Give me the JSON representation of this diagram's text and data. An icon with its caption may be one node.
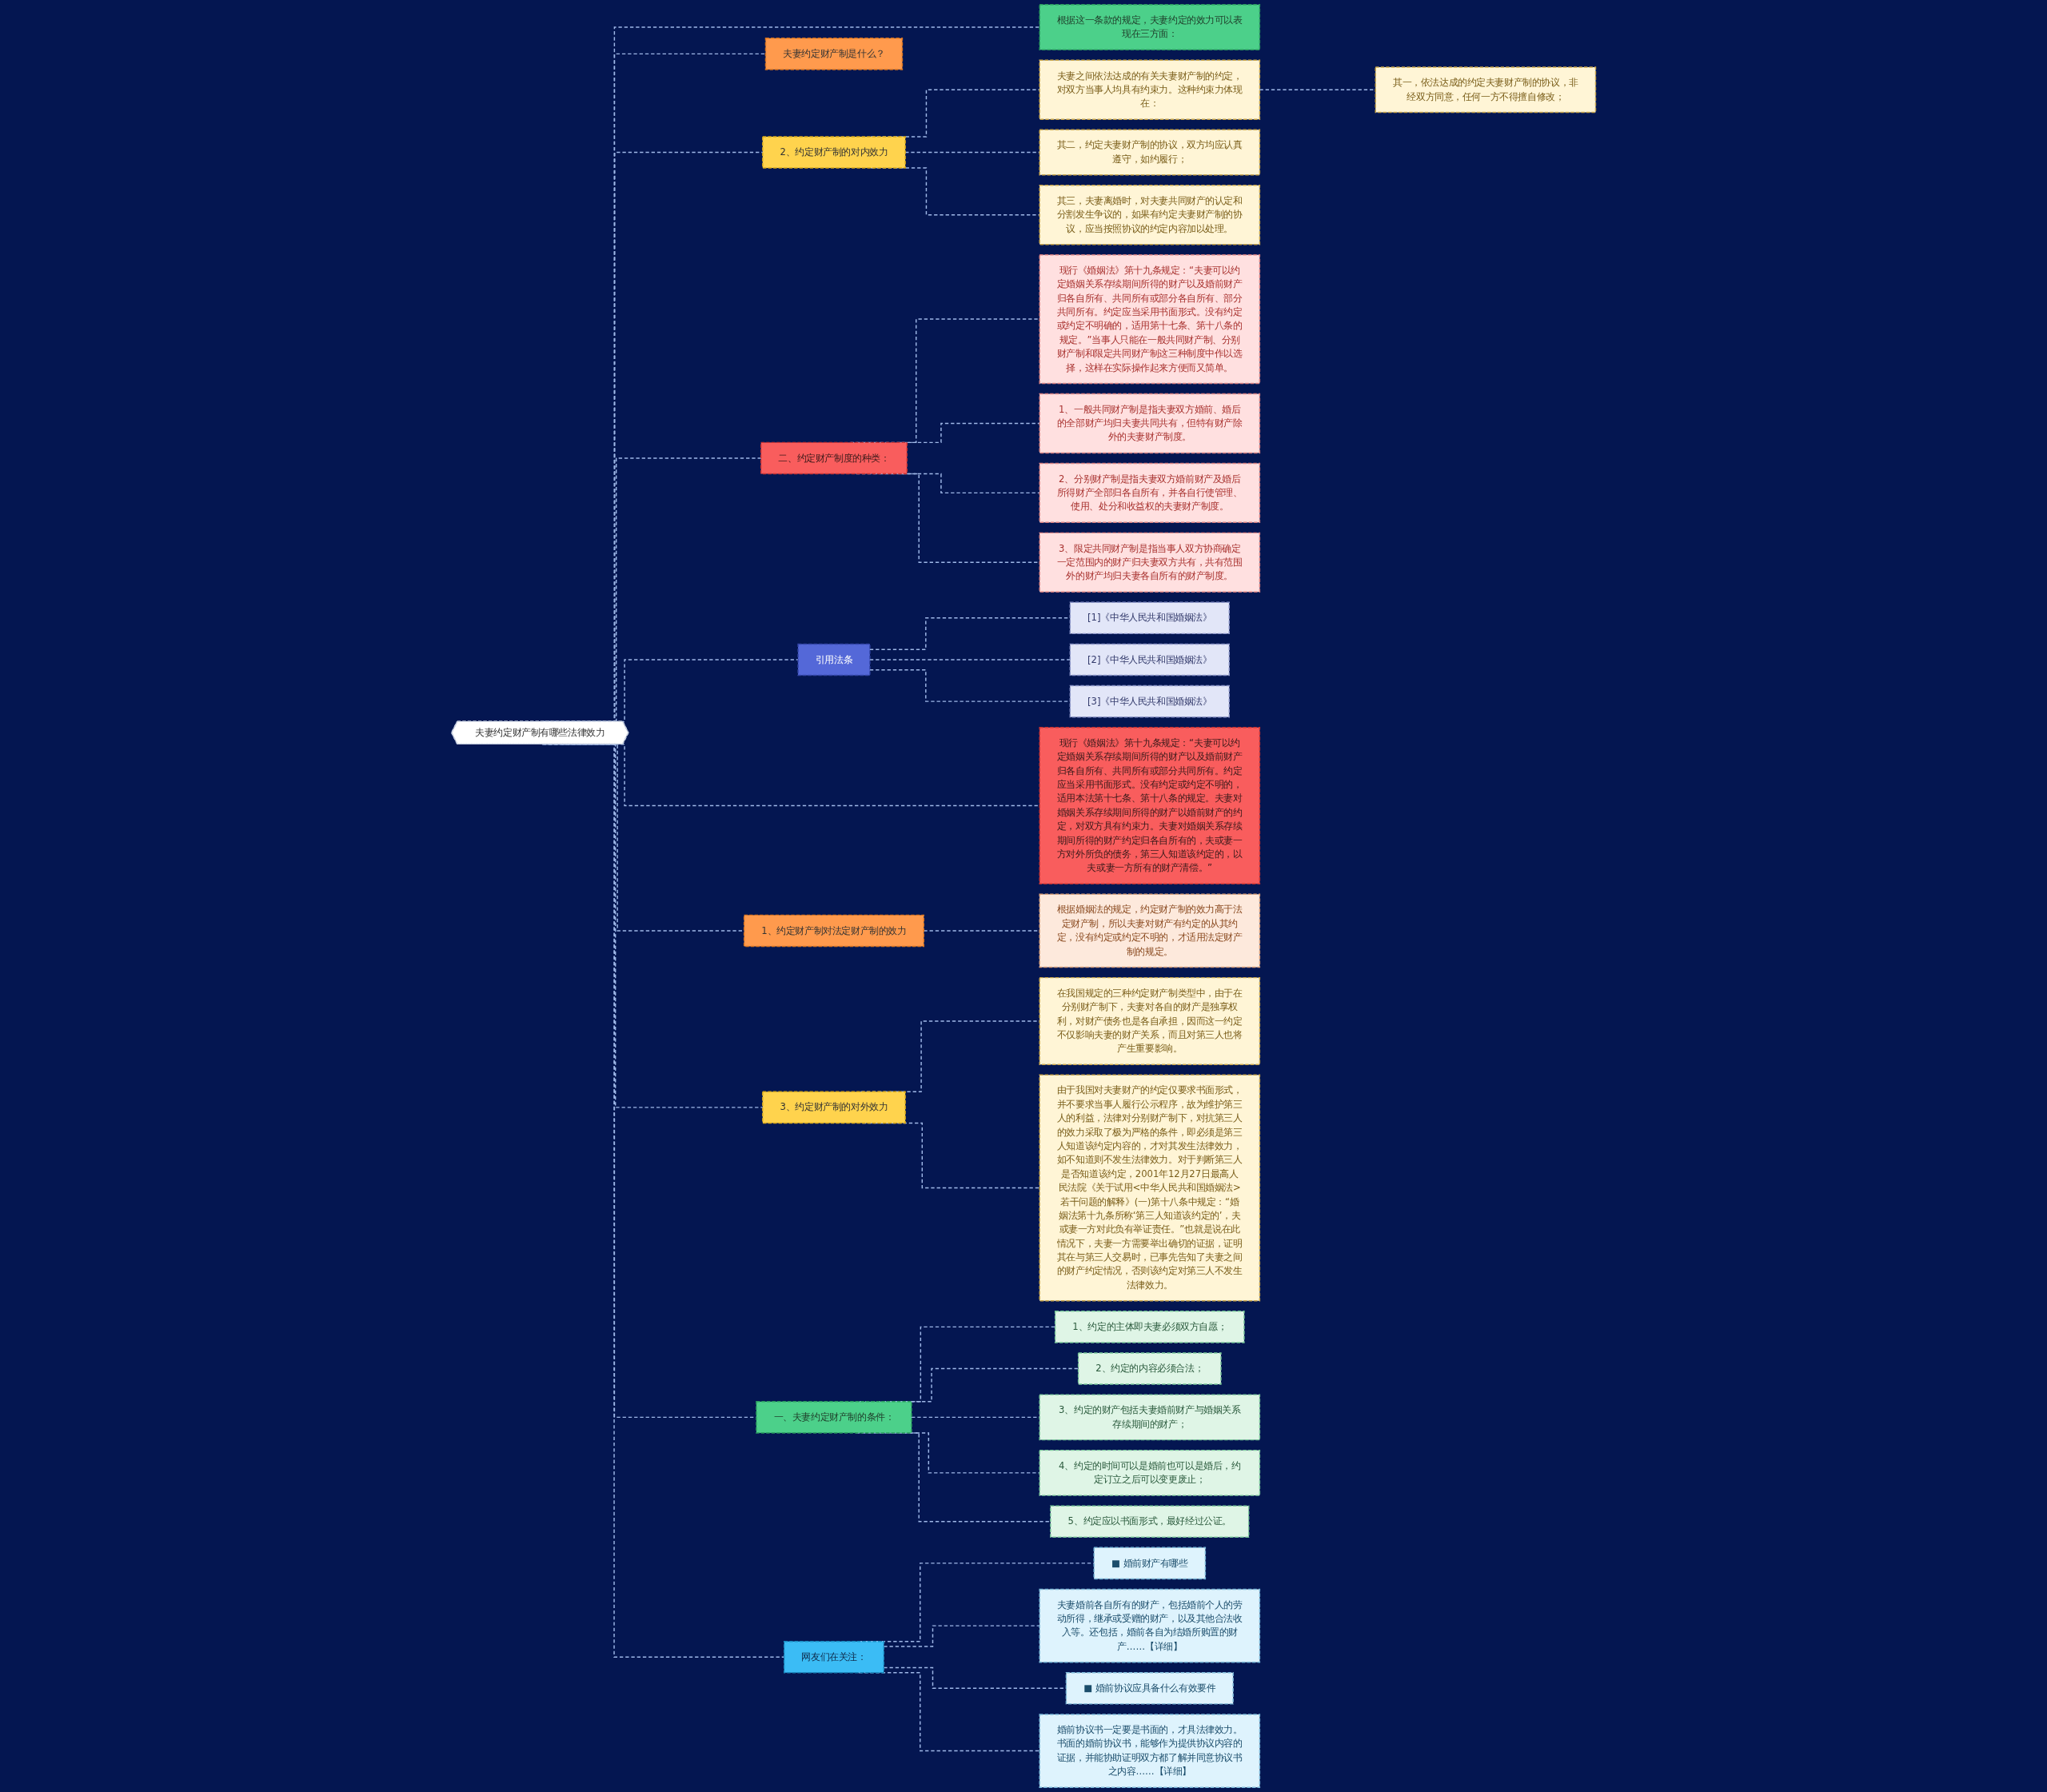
{
  "diagram": {
    "nodes": [
      {
        "text": [
          "夫妻约定财产制有哪些法律效力"
        ]
      },
      {
        "text": [
          "根据这一条款的规定，夫妻约定的效力可以表现在三方面："
        ]
      },
      {
        "text": [
          "2、约定财产制的对内效力"
        ]
      },
      {
        "text": [
          "夫妻之间依法达成的有关夫妻财产制的约定，对双方当事人均具有约束力。这种约束力体现在："
        ]
      },
      {
        "text": [
          "其一，依法达成的约定夫妻财产制的协议，非经双方同意，任何一方不得擅自修改；"
        ]
      },
      {
        "text": [
          "其二，约定夫妻财产制的协议，双方均应认真遵守，如约履行；"
        ]
      },
      {
        "text": [
          "其三，夫妻离婚时，对夫妻共同财产的认定和分割发生争议的，如果有约定夫妻财产制的协议，应当按照协议的约定内容加以处理。"
        ]
      },
      {
        "text": [
          "夫妻约定财产制是什么？"
        ]
      },
      {
        "text": [
          "二、约定财产制度的种类："
        ]
      },
      {
        "text": [
          "现行《婚姻法》第十九条规定：“夫妻可以约定婚姻关系存续期间所得的财产以及婚前财产归各自所有、共同所有或部分各自所有、部分共同所有。约定应当采用书面形式。没有约定或约定不明确的，适用第十七条、第十八条的规定。”当事人只能在一般共同财产制、分别财产制和限定共同财产制这三种制度中作以选择，这样在实际操作起来方便而又简单。"
        ]
      },
      {
        "text": [
          "1、一般共同财产制是指夫妻双方婚前、婚后的全部财产均归夫妻共同共有，但特有财产除外的夫妻财产制度。"
        ]
      },
      {
        "text": [
          "2、分别财产制是指夫妻双方婚前财产及婚后所得财产全部归各自所有，并各自行使管理、使用、处分和收益权的夫妻财产制度。"
        ]
      },
      {
        "text": [
          "3、限定共同财产制是指当事人双方协商确定一定范围内的财产归夫妻双方共有，共有范围外的财产均归夫妻各自所有的财产制度。"
        ]
      },
      {
        "text": [
          "引用法条"
        ]
      },
      {
        "text": [
          "[1]《中华人民共和国婚姻法》"
        ]
      },
      {
        "text": [
          "[2]《中华人民共和国婚姻法》"
        ]
      },
      {
        "text": [
          "[3]《中华人民共和国婚姻法》"
        ]
      },
      {
        "text": [
          "现行《婚姻法》第十九条规定：“夫妻可以约定婚姻关系存续期间所得的财产以及婚前财产归各自所有、共同所有或部分共同所有。约定应当采用书面形式。没有约定或约定不明的，适用本法第十七条、第十八条的规定。夫妻对婚姻关系存续期间所得的财产以婚前财产的约定，对双方具有约束力。夫妻对婚姻关系存续期间所得的财产约定归各自所有的，夫或妻一方对外所负的债务，第三人知道该约定的，以夫或妻一方所有的财产清偿。”"
        ]
      },
      {
        "text": [
          "1、约定财产制对法定财产制的效力"
        ]
      },
      {
        "text": [
          "根据婚姻法的规定，约定财产制的效力高于法定财产制，所以夫妻对财产有约定的从其约定，没有约定或约定不明的，才适用法定财产制的规定。"
        ]
      },
      {
        "text": [
          "3、约定财产制的对外效力"
        ]
      },
      {
        "text": [
          "在我国规定的三种约定财产制类型中，由于在分别财产制下，夫妻对各自的财产是独享权利，对财产债务也是各自承担，因而这一约定不仅影响夫妻的财产关系，而且对第三人也将产生重要影响。"
        ]
      },
      {
        "text": [
          "由于我国对夫妻财产的约定仅要求书面形式，并不要求当事人履行公示程序，故为维护第三人的利益，法律对分别财产制下，对抗第三人的效力采取了极为严格的条件，即必须是第三人知道该约定内容的，才对其发生法律效力，如不知道则不发生法律效力。对于判断第三人是否知道该约定，2001年12月27日最高人民法院《关于试用<中华人民共和国婚姻法>若干问题的解释》(一)第十八条中规定：“婚姻法第十九条所称‘第三人知道该约定的’，夫或妻一方对此负有举证责任。”也就是说在此情况下，夫妻一方需要举出确切的证据，证明其在与第三人交易时，已事先告知了夫妻之间的财产约定情况，否则该约定对第三人不发生法律效力。"
        ]
      },
      {
        "text": [
          "一、夫妻约定财产制的条件："
        ]
      },
      {
        "text": [
          "1、约定的主体即夫妻必须双方自愿；"
        ]
      },
      {
        "text": [
          "2、约定的内容必须合法；"
        ]
      },
      {
        "text": [
          "3、约定的财产包括夫妻婚前财产与婚姻关系存续期间的财产；"
        ]
      },
      {
        "text": [
          "4、约定的时间可以是婚前也可以是婚后，约定订立之后可以变更废止；"
        ]
      },
      {
        "text": [
          "5、约定应以书面形式，最好经过公证。"
        ]
      },
      {
        "text": [
          "网友们在关注："
        ]
      },
      {
        "text": [
          "■ 婚前财产有哪些"
        ]
      },
      {
        "text": [
          "夫妻婚前各自所有的财产，包括婚前个人的劳动所得，继承或受赠的财产，以及其他合法收入等。还包括，婚前各自为结婚所购置的财产……【详细】"
        ]
      },
      {
        "text": [
          "■ 婚前协议应具备什么有效要件"
        ]
      },
      {
        "text": [
          "婚前协议书一定要是书面的，才具法律效力。书面的婚前协议书，能够作为提供协议内容的证据，并能协助证明双方都了解并同意协议书之内容……【详细】"
        ]
      }
    ],
    "edges": [
      {
        "from": 0,
        "to": 1,
        "arrow": "none",
        "style": "dashed"
      },
      {
        "from": 0,
        "to": 2,
        "arrow": "none",
        "style": "dashed"
      },
      {
        "from": 2,
        "to": 3,
        "arrow": "none",
        "style": "dashed"
      },
      {
        "from": 3,
        "to": 4,
        "arrow": "none",
        "style": "dashed"
      },
      {
        "from": 2,
        "to": 5,
        "arrow": "none",
        "style": "dashed"
      },
      {
        "from": 2,
        "to": 6,
        "arrow": "none",
        "style": "dashed"
      },
      {
        "from": 0,
        "to": 7,
        "arrow": "none",
        "style": "dashed"
      },
      {
        "from": 0,
        "to": 8,
        "arrow": "none",
        "style": "dashed"
      },
      {
        "from": 8,
        "to": 9,
        "arrow": "none",
        "style": "dashed"
      },
      {
        "from": 8,
        "to": 10,
        "arrow": "none",
        "style": "dashed"
      },
      {
        "from": 8,
        "to": 11,
        "arrow": "none",
        "style": "dashed"
      },
      {
        "from": 8,
        "to": 12,
        "arrow": "none",
        "style": "dashed"
      },
      {
        "from": 0,
        "to": 13,
        "arrow": "none",
        "style": "dashed"
      },
      {
        "from": 13,
        "to": 14,
        "arrow": "none",
        "style": "dashed"
      },
      {
        "from": 13,
        "to": 15,
        "arrow": "none",
        "style": "dashed"
      },
      {
        "from": 13,
        "to": 16,
        "arrow": "none",
        "style": "dashed"
      },
      {
        "from": 0,
        "to": 17,
        "arrow": "none",
        "style": "dashed"
      },
      {
        "from": 0,
        "to": 18,
        "arrow": "none",
        "style": "dashed"
      },
      {
        "from": 18,
        "to": 19,
        "arrow": "none",
        "style": "dashed"
      },
      {
        "from": 0,
        "to": 20,
        "arrow": "none",
        "style": "dashed"
      },
      {
        "from": 20,
        "to": 21,
        "arrow": "none",
        "style": "dashed"
      },
      {
        "from": 20,
        "to": 22,
        "arrow": "none",
        "style": "dashed"
      },
      {
        "from": 0,
        "to": 23,
        "arrow": "none",
        "style": "dashed"
      },
      {
        "from": 23,
        "to": 24,
        "arrow": "none",
        "style": "dashed"
      },
      {
        "from": 23,
        "to": 25,
        "arrow": "none",
        "style": "dashed"
      },
      {
        "from": 23,
        "to": 26,
        "arrow": "none",
        "style": "dashed"
      },
      {
        "from": 23,
        "to": 27,
        "arrow": "none",
        "style": "dashed"
      },
      {
        "from": 23,
        "to": 28,
        "arrow": "none",
        "style": "dashed"
      },
      {
        "from": 0,
        "to": 29,
        "arrow": "none",
        "style": "dashed"
      },
      {
        "from": 29,
        "to": 30,
        "arrow": "none",
        "style": "dashed"
      },
      {
        "from": 29,
        "to": 31,
        "arrow": "none",
        "style": "dashed"
      },
      {
        "from": 29,
        "to": 32,
        "arrow": "none",
        "style": "dashed"
      },
      {
        "from": 29,
        "to": 33,
        "arrow": "none",
        "style": "dashed"
      }
    ]
  }
}
